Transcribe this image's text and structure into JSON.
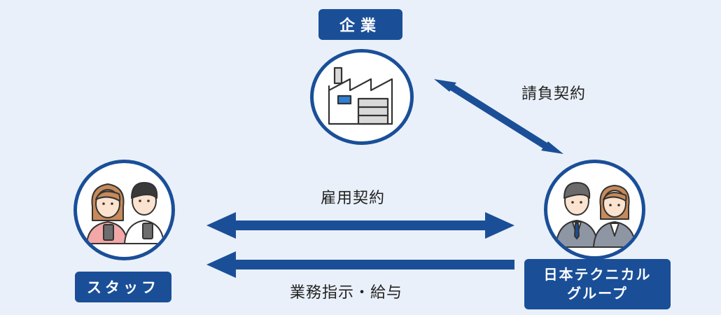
{
  "nodes": {
    "company": {
      "label": "企業",
      "icon": "factory-icon"
    },
    "staff": {
      "label": "スタッフ",
      "icon": "staff-people-icon"
    },
    "group": {
      "label_line1": "日本テクニカル",
      "label_line2": "グループ",
      "icon": "business-people-icon"
    }
  },
  "edges": {
    "contract_ukeoi": {
      "label": "請負契約",
      "direction": "both"
    },
    "contract_koyo": {
      "label": "雇用契約",
      "direction": "both"
    },
    "instruction_salary": {
      "label": "業務指示・給与",
      "direction": "to-staff"
    }
  },
  "colors": {
    "accent": "#1a4f98",
    "background": "#eaf0f9",
    "text": "#222222"
  }
}
